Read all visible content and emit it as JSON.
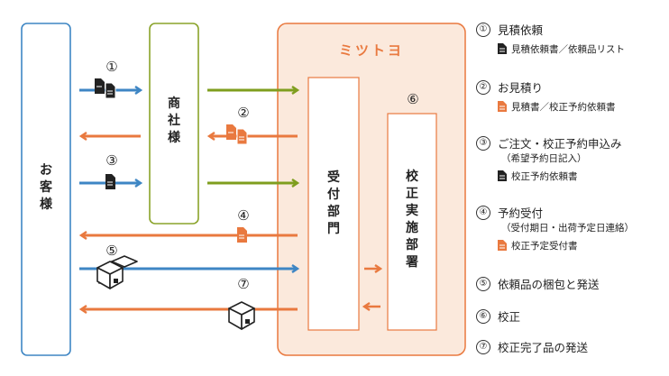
{
  "colors": {
    "blue": "#3e86c4",
    "green": "#7f9e1e",
    "orange": "#e9793f",
    "mitutoyo_fill": "#fbe9dc",
    "mitutoyo_border": "#e9793f",
    "customer_border": "#3e86c4",
    "shosha_border": "#8aa32a"
  },
  "boxes": {
    "customer": "お客様",
    "shosha": "商社様",
    "mitutoyo": "ミツトヨ",
    "uketsuke": "受付部門",
    "kosei": "校正実施部署"
  },
  "flow_numbers": [
    "①",
    "②",
    "③",
    "④",
    "⑤",
    "⑥",
    "⑦"
  ],
  "legend": [
    {
      "num": "①",
      "title": "見積依頼",
      "sub": "見積依頼書／依頼品リスト",
      "sub_color": "black"
    },
    {
      "num": "②",
      "title": "お見積り",
      "sub": "見積書／校正予約依頼書",
      "sub_color": "orange"
    },
    {
      "num": "③",
      "title": "ご注文・校正予約申込み",
      "note": "（希望予約日記入）",
      "sub": "校正予約依頼書",
      "sub_color": "black"
    },
    {
      "num": "④",
      "title": "予約受付",
      "note": "（受付期日・出荷予定日連絡）",
      "sub": "校正予定受付書",
      "sub_color": "orange"
    },
    {
      "num": "⑤",
      "title": "依頼品の梱包と発送"
    },
    {
      "num": "⑥",
      "title": "校正"
    },
    {
      "num": "⑦",
      "title": "校正完了品の発送"
    }
  ]
}
